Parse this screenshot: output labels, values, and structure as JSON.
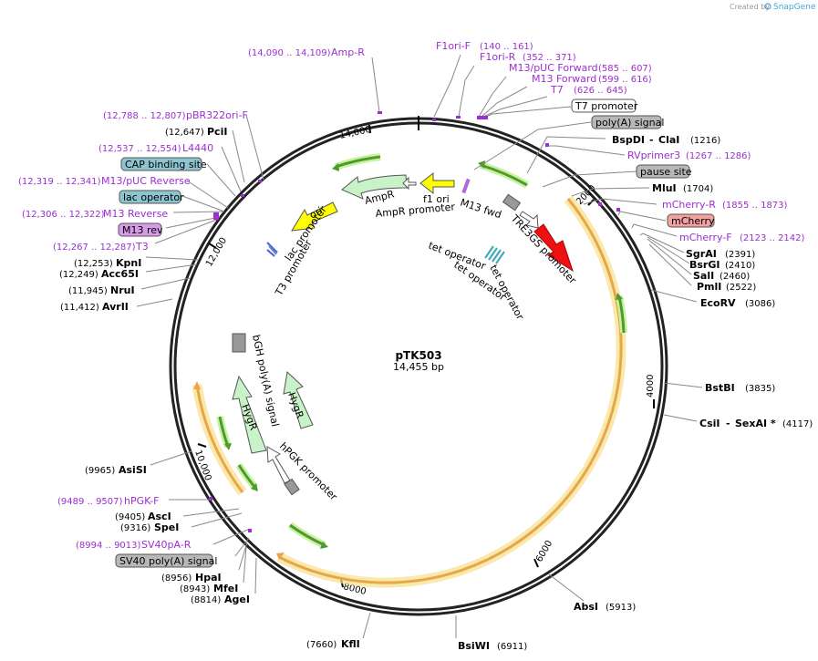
{
  "credit": {
    "text": "Created by",
    "brand": "SnapGene"
  },
  "plasmid": {
    "name": "pTK503",
    "length": "14,455 bp",
    "total_bp": 14455
  },
  "ticks": [
    "2000",
    "4000",
    "6000",
    "8000",
    "10,000",
    "12,000",
    "14,000"
  ],
  "primers": [
    {
      "name": "Amp-R",
      "range": "(14,090 .. 14,109)"
    },
    {
      "name": "F1ori-F",
      "range": "(140 .. 161)"
    },
    {
      "name": "F1ori-R",
      "range": "(352 .. 371)"
    },
    {
      "name": "M13/pUC Forward",
      "range": "(585 .. 607)"
    },
    {
      "name": "M13 Forward",
      "range": "(599 .. 616)"
    },
    {
      "name": "T7",
      "range": "(626 .. 645)"
    },
    {
      "name": "RVprimer3",
      "range": "(1267 .. 1286)"
    },
    {
      "name": "mCherry-R",
      "range": "(1855 .. 1873)"
    },
    {
      "name": "mCherry-F",
      "range": "(2123 .. 2142)"
    },
    {
      "name": "pBR322ori-F",
      "range": "(12,788 .. 12,807)"
    },
    {
      "name": "L4440",
      "range": "(12,537 .. 12,554)"
    },
    {
      "name": "M13/pUC Reverse",
      "range": "(12,319 .. 12,341)"
    },
    {
      "name": "M13 Reverse",
      "range": "(12,306 .. 12,322)"
    },
    {
      "name": "T3",
      "range": "(12,267 .. 12,287)"
    },
    {
      "name": "hPGK-F",
      "range": "(9489 .. 9507)"
    },
    {
      "name": "SV40pA-R",
      "range": "(8994 .. 9013)"
    }
  ],
  "enzymes": [
    {
      "name": "BspDI",
      "extra": "ClaI",
      "pos": "(1216)"
    },
    {
      "name": "MluI",
      "pos": "(1704)"
    },
    {
      "name": "SgrAI",
      "pos": "(2391)"
    },
    {
      "name": "BsrGI",
      "pos": "(2410)"
    },
    {
      "name": "SalI",
      "pos": "(2460)"
    },
    {
      "name": "PmlI",
      "pos": "(2522)"
    },
    {
      "name": "EcoRV",
      "pos": "(3086)"
    },
    {
      "name": "BstBI",
      "pos": "(3835)"
    },
    {
      "name": "CsiI",
      "extra": "SexAI *",
      "pos": "(4117)"
    },
    {
      "name": "AbsI",
      "pos": "(5913)"
    },
    {
      "name": "BsiWI",
      "pos": "(6911)"
    },
    {
      "name": "KflI",
      "pos": "(7660)"
    },
    {
      "name": "AgeI",
      "pos": "(8814)"
    },
    {
      "name": "MfeI",
      "pos": "(8943)"
    },
    {
      "name": "HpaI",
      "pos": "(8956)"
    },
    {
      "name": "SpeI",
      "pos": "(9316)"
    },
    {
      "name": "AscI",
      "pos": "(9405)"
    },
    {
      "name": "AsiSI",
      "pos": "(9965)"
    },
    {
      "name": "AvrII",
      "pos": "(11,412)"
    },
    {
      "name": "NruI",
      "pos": "(11,945)"
    },
    {
      "name": "Acc65I",
      "pos": "(12,249)"
    },
    {
      "name": "KpnI",
      "pos": "(12,253)"
    },
    {
      "name": "PciI",
      "pos": "(12,647)"
    }
  ],
  "boxed_features": [
    {
      "name": "T7 promoter",
      "fill": "#ffffff"
    },
    {
      "name": "poly(A) signal",
      "fill": "#b8b8b8"
    },
    {
      "name": "pause site",
      "fill": "#b8b8b8"
    },
    {
      "name": "mCherry",
      "fill": "#f3a0a0"
    },
    {
      "name": "CAP binding site",
      "fill": "#8cc4cf"
    },
    {
      "name": "lac operator",
      "fill": "#8cc4cf"
    },
    {
      "name": "M13 rev",
      "fill": "#d79be8"
    },
    {
      "name": "SV40 poly(A) signal",
      "fill": "#b8b8b8"
    }
  ],
  "inner_features": {
    "f1_ori": "f1 ori",
    "ampr": "AmpR",
    "ampr_promoter": "AmpR promoter",
    "ori": "ori",
    "lac_promoter": "lac promoter",
    "t3_promoter": "T3 promoter",
    "m13_fwd": "M13 fwd",
    "tre3gs": "TRE3GS promoter",
    "tet_operator": "tet operator",
    "bgh": "bGH poly(A) signal",
    "hygr": "HygR",
    "hpgk": "hPGK promoter"
  },
  "colors": {
    "primer": "#9b2fd0",
    "orf_orange": "#e8a64a",
    "orf_glow": "#f7e08a",
    "arrow_green": "#4e9a2e",
    "mcherry_red": "#ee1111",
    "ori_yellow": "#ffff00",
    "ampr_green": "#c8f2c8"
  }
}
